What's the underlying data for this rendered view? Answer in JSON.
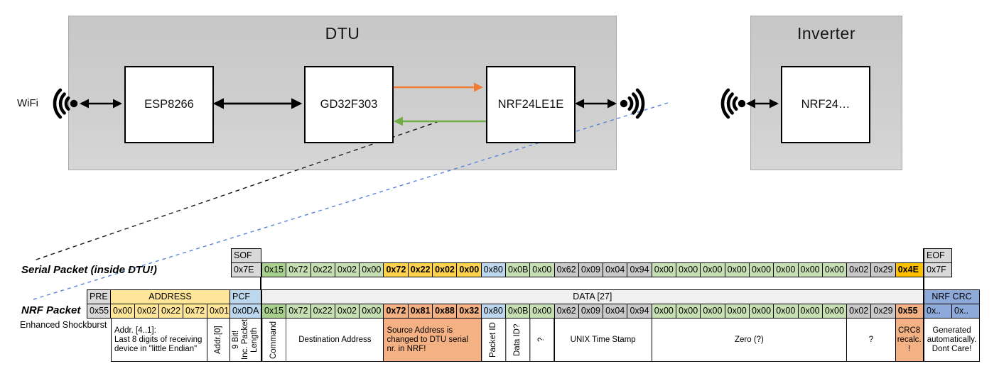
{
  "diagram": {
    "wifi_label": "WiFi",
    "dtu": {
      "title": "DTU",
      "nodes": {
        "esp": "ESP8266",
        "gd": "GD32F303",
        "nrf": "NRF24LE1E"
      }
    },
    "inverter": {
      "title": "Inverter",
      "node": "NRF24…"
    },
    "icons": [
      "wifi-signal-icon",
      "antenna-signal-icon",
      "antenna-signal-icon"
    ],
    "colors": {
      "uart_tx_arrow": "#ED7D31",
      "uart_rx_arrow": "#70AD47",
      "serial_link_dash": "#000000",
      "rf_link_dash": "#5585d6"
    }
  },
  "serial_packet": {
    "label": "Serial Packet (inside DTU!)",
    "sof_header": "SOF",
    "sof_value": "0x7E",
    "eof_header": "EOF",
    "eof_value": "0x7F",
    "bytes": [
      {
        "v": "0x15",
        "c": "gdark"
      },
      {
        "v": "0x72",
        "c": "glight"
      },
      {
        "v": "0x22",
        "c": "glight"
      },
      {
        "v": "0x02",
        "c": "glight"
      },
      {
        "v": "0x00",
        "c": "glight"
      },
      {
        "v": "0x72",
        "c": "gold b"
      },
      {
        "v": "0x22",
        "c": "gold b"
      },
      {
        "v": "0x02",
        "c": "gold b"
      },
      {
        "v": "0x00",
        "c": "gold b"
      },
      {
        "v": "0x80",
        "c": "bluel"
      },
      {
        "v": "0x0B",
        "c": "glight"
      },
      {
        "v": "0x00",
        "c": "glight"
      },
      {
        "v": "0x62",
        "c": "gray"
      },
      {
        "v": "0x09",
        "c": "gray"
      },
      {
        "v": "0x04",
        "c": "gray"
      },
      {
        "v": "0x94",
        "c": "gray"
      },
      {
        "v": "0x00",
        "c": "glight"
      },
      {
        "v": "0x00",
        "c": "glight"
      },
      {
        "v": "0x00",
        "c": "glight"
      },
      {
        "v": "0x00",
        "c": "glight"
      },
      {
        "v": "0x00",
        "c": "glight"
      },
      {
        "v": "0x00",
        "c": "glight"
      },
      {
        "v": "0x00",
        "c": "glight"
      },
      {
        "v": "0x00",
        "c": "glight"
      },
      {
        "v": "0x02",
        "c": "gray"
      },
      {
        "v": "0x29",
        "c": "gray"
      },
      {
        "v": "0x4E",
        "c": "amber b"
      }
    ],
    "colors": {
      "sof_eof": "#d9d9d9",
      "changed_bytes": "#ffd24d",
      "crc8": "#ffc000"
    }
  },
  "nrf_packet": {
    "label": "NRF Packet",
    "sublabel": "Enhanced Shockburst",
    "pre_header": "PRE",
    "pre_value": "0x55",
    "address_header": "ADDRESS",
    "address_values": [
      "0x00",
      "0x02",
      "0x22",
      "0x72",
      "0x01"
    ],
    "pcf_header": "PCF",
    "pcf_value": "0x0DA",
    "data_header": "DATA [27]",
    "crc_header": "NRF CRC",
    "crc_values": [
      "0x..",
      "0x.."
    ],
    "bytes": [
      {
        "v": "0x15",
        "c": "gdark"
      },
      {
        "v": "0x72",
        "c": "glight"
      },
      {
        "v": "0x22",
        "c": "glight"
      },
      {
        "v": "0x02",
        "c": "glight"
      },
      {
        "v": "0x00",
        "c": "glight"
      },
      {
        "v": "0x72",
        "c": "salmon b"
      },
      {
        "v": "0x81",
        "c": "salmon b"
      },
      {
        "v": "0x88",
        "c": "salmon b"
      },
      {
        "v": "0x32",
        "c": "salmon b"
      },
      {
        "v": "0x80",
        "c": "bluel"
      },
      {
        "v": "0x0B",
        "c": "glight"
      },
      {
        "v": "0x00",
        "c": "glight"
      },
      {
        "v": "0x62",
        "c": "gray"
      },
      {
        "v": "0x09",
        "c": "gray"
      },
      {
        "v": "0x04",
        "c": "gray"
      },
      {
        "v": "0x94",
        "c": "gray"
      },
      {
        "v": "0x00",
        "c": "glight"
      },
      {
        "v": "0x00",
        "c": "glight"
      },
      {
        "v": "0x00",
        "c": "glight"
      },
      {
        "v": "0x00",
        "c": "glight"
      },
      {
        "v": "0x00",
        "c": "glight"
      },
      {
        "v": "0x00",
        "c": "glight"
      },
      {
        "v": "0x00",
        "c": "glight"
      },
      {
        "v": "0x00",
        "c": "glight"
      },
      {
        "v": "0x02",
        "c": "gray"
      },
      {
        "v": "0x29",
        "c": "gray"
      },
      {
        "v": "0x55",
        "c": "salmon b"
      }
    ],
    "left_annotations": [
      {
        "t": "Addr. [4..1]:\nLast 8 digits of receiving\ndevice in \"little Endian\"",
        "cls": "left",
        "span": 1
      },
      {
        "t": "Addr.[0]",
        "cls": "vert",
        "span": 1
      },
      {
        "t": "9 Bit!\nInc. Packet\nLength",
        "cls": "vert",
        "span": 1
      }
    ],
    "data_annotations": [
      {
        "t": "Command",
        "cls": "vert",
        "span": 1
      },
      {
        "t": "Destination Address",
        "span": 4
      },
      {
        "t": "Source Address is\nchanged to DTU serial\nnr. in NRF!",
        "cls": "left salmon",
        "span": 4
      },
      {
        "t": "Packet ID",
        "cls": "vert",
        "span": 1
      },
      {
        "t": "Data ID?",
        "cls": "vert",
        "span": 1
      },
      {
        "t": "?",
        "cls": "vert",
        "span": 1
      },
      {
        "t": "UNIX Time Stamp",
        "span": 4
      },
      {
        "t": "Zero (?)",
        "span": 8
      },
      {
        "t": "?",
        "span": 2
      },
      {
        "t": "CRC8\nrecalc.\n!",
        "cls": "salmon",
        "span": 1
      }
    ],
    "crc_annotation": {
      "t": "Generated\nautomatically.\nDont Care!",
      "span": 2
    },
    "colors": {
      "preamble": "#d9d9d9",
      "address": "#ffe699",
      "pcf": "#bdd7ee",
      "changed_bytes": "#f4b183",
      "nrf_crc": "#8eaadb"
    }
  }
}
